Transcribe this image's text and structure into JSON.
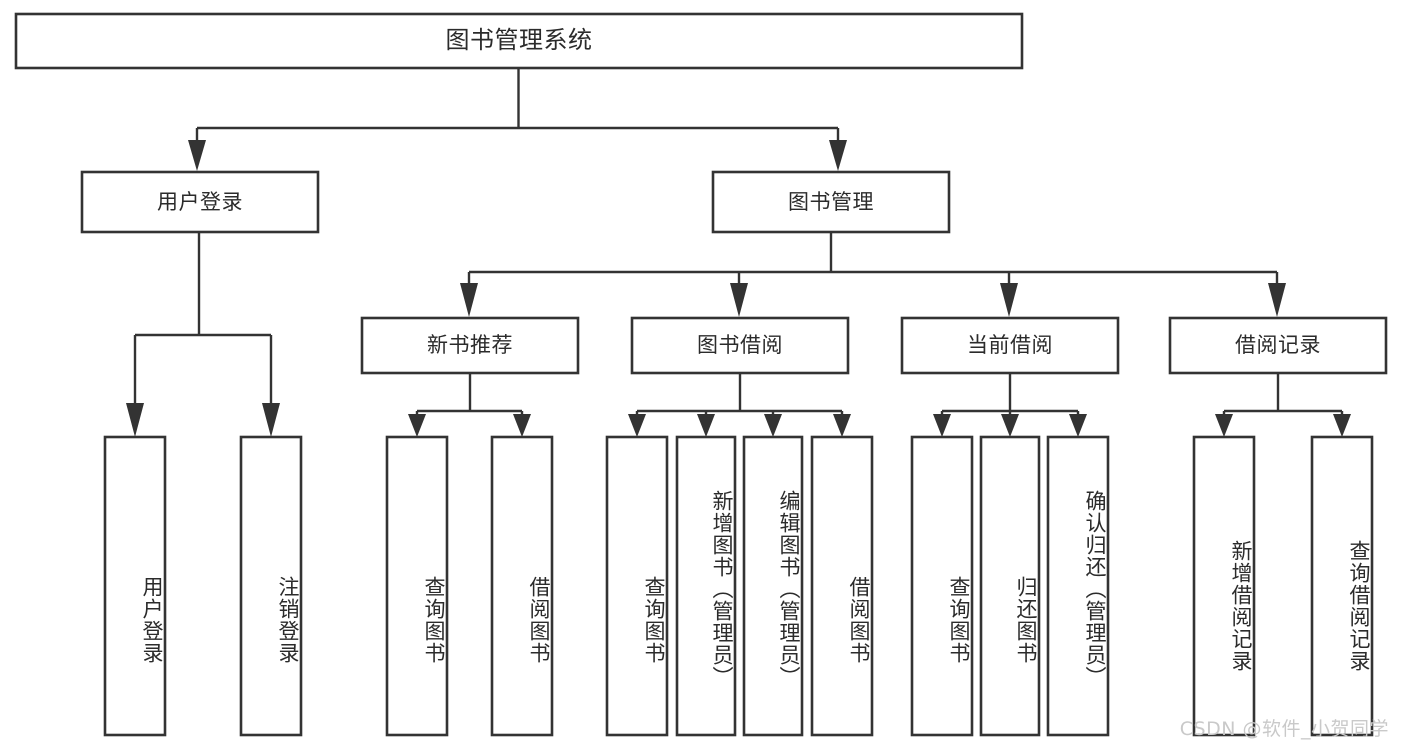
{
  "diagram": {
    "type": "tree-hierarchy-chart",
    "title_node": {
      "label": "图书管理系统"
    },
    "level2": [
      {
        "label": "用户登录"
      },
      {
        "label": "图书管理"
      }
    ],
    "level3": [
      {
        "label": "新书推荐"
      },
      {
        "label": "图书借阅"
      },
      {
        "label": "当前借阅"
      },
      {
        "label": "借阅记录"
      }
    ],
    "leaves": {
      "user_login": [
        {
          "label": "用户登录"
        },
        {
          "label": "注销登录"
        }
      ],
      "new_book_recommend": [
        {
          "label": "查询图书"
        },
        {
          "label": "借阅图书"
        }
      ],
      "book_borrow": [
        {
          "label": "查询图书"
        },
        {
          "label": "新增图书（管理员）"
        },
        {
          "label": "编辑图书（管理员）"
        },
        {
          "label": "借阅图书"
        }
      ],
      "current_borrow": [
        {
          "label": "查询图书"
        },
        {
          "label": "归还图书"
        },
        {
          "label": "确认归还（管理员）"
        }
      ],
      "borrow_record": [
        {
          "label": "新增借阅记录"
        },
        {
          "label": "查询借阅记录"
        }
      ]
    }
  },
  "watermark": {
    "text": "CSDN @软件_小贺同学"
  },
  "colors": {
    "box_stroke": "#333333",
    "box_fill": "#ffffff",
    "text": "#2b2b2b",
    "watermark": "#c9c9c9",
    "background": "#ffffff"
  }
}
